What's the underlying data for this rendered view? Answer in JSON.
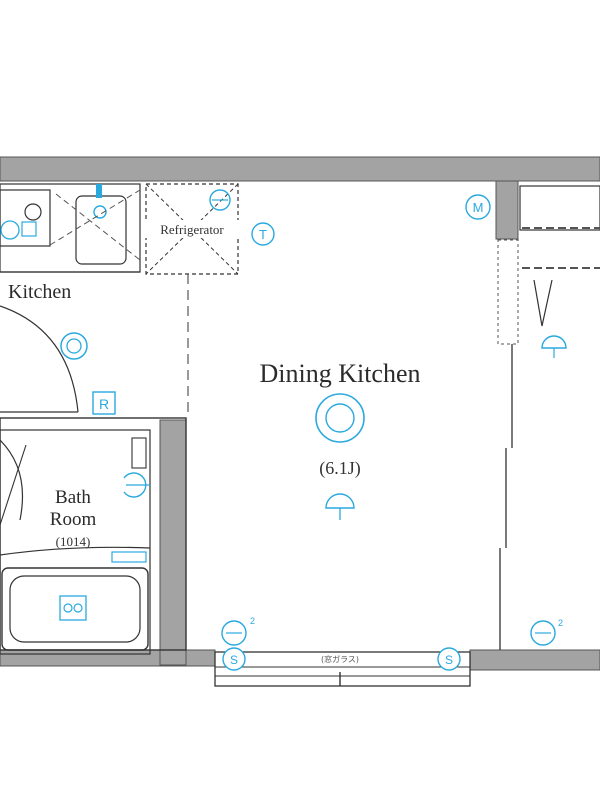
{
  "colors": {
    "wall": "#9a9a9a",
    "line": "#333333",
    "fixture": "#444444",
    "symbol": "#2aa9df",
    "background": "#ffffff"
  },
  "rooms": {
    "kitchen": "Kitchen",
    "dining_kitchen": "Dining Kitchen",
    "dining_size": "(6.1J)",
    "bath": "Bath",
    "room": "Room",
    "bath_size": "(1014)"
  },
  "fixtures": {
    "refrigerator": "Refrigerator",
    "window_note": "(窓ガラス)"
  },
  "symbols": {
    "motor": "M",
    "telephone": "T",
    "remote": "R",
    "sensor": "S",
    "outlet_count": "2"
  }
}
